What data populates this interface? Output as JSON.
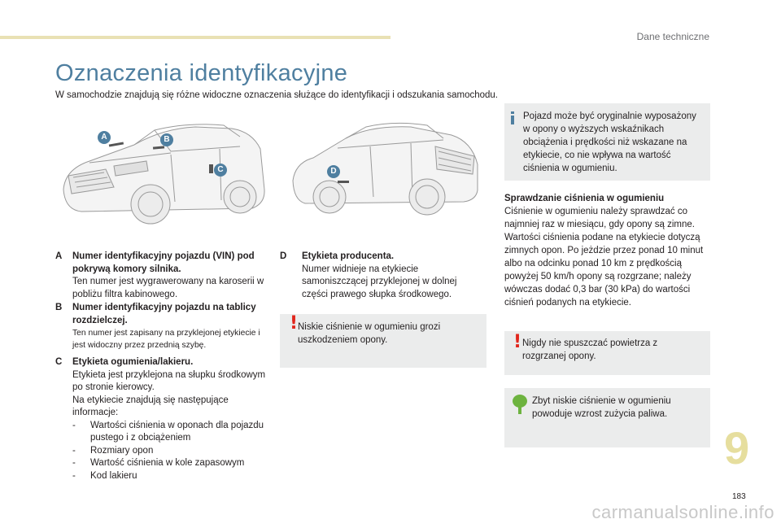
{
  "header": {
    "section": "Dane techniczne"
  },
  "title": "Oznaczenia identyfikacyjne",
  "intro": "W samochodzie znajdują się różne widoczne oznaczenia służące do identyfikacji i odszukania samochodu.",
  "markers": {
    "a": "A",
    "b": "B",
    "c": "C",
    "d": "D"
  },
  "items": {
    "a": {
      "letter": "A",
      "head": "Numer identyfikacyjny pojazdu (VIN) pod pokrywą komory silnika.",
      "text": "Ten numer jest wygrawerowany na karoserii w pobliżu filtra kabinowego."
    },
    "b": {
      "letter": "B",
      "head": "Numer identyfikacyjny pojazdu na tablicy rozdzielczej.",
      "text": "Ten numer jest zapisany na przyklejonej etykiecie i jest widoczny przez przednią szybę."
    },
    "c": {
      "letter": "C",
      "head": "Etykieta ogumienia/lakieru.",
      "text": "Etykieta jest przyklejona na słupku środkowym po stronie kierowcy.",
      "text2": "Na etykiecie znajdują się następujące informacje:",
      "bullets": [
        "Wartości ciśnienia w oponach dla pojazdu pustego i z obciążeniem",
        "Rozmiary opon",
        "Wartość ciśnienia w kole zapasowym",
        "Kod lakieru"
      ]
    },
    "d": {
      "letter": "D",
      "head": "Etykieta producenta.",
      "text": "Numer widnieje na etykiecie samoniszczącej przyklejonej w dolnej części prawego słupka środkowego."
    }
  },
  "notes": {
    "low_pressure": "Niskie ciśnienie w ogumieniu grozi uszkodzeniem opony.",
    "original_tyres": "Pojazd może być oryginalnie wyposażony w opony o wyższych wskaźnikach obciążenia i prędkości niż wskazane na etykiecie, co nie wpływa na wartość ciśnienia w ogumieniu.",
    "no_deflate": "Nigdy nie spuszczać powietrza z rozgrzanej opony.",
    "eco": "Zbyt niskie ciśnienie w ogumieniu powoduje wzrost zużycia paliwa."
  },
  "check": {
    "heading": "Sprawdzanie ciśnienia w ogumieniu",
    "text": "Ciśnienie w ogumieniu należy sprawdzać co najmniej raz w miesiącu, gdy opony są zimne. Wartości ciśnienia podane na etykiecie dotyczą zimnych opon. Po jeżdzie przez ponad 10 minut albo na odcinku ponad 10 km z prędkością powyżej 50 km/h opony są rozgrzane; należy wówczas dodać 0,3 bar (30 kPa) do wartości ciśnień podanych na etykiecie."
  },
  "chapter": "9",
  "page_number": "183",
  "watermark": "carmanualsonline.info",
  "colors": {
    "accent": "#4f7fa0",
    "warning": "#e1261c",
    "eco": "#6db33f",
    "box": "#ebecec",
    "band": "#e9e1b4"
  },
  "icons": {
    "warning": "exclamation-icon",
    "info": "info-icon",
    "eco": "tree-icon"
  }
}
